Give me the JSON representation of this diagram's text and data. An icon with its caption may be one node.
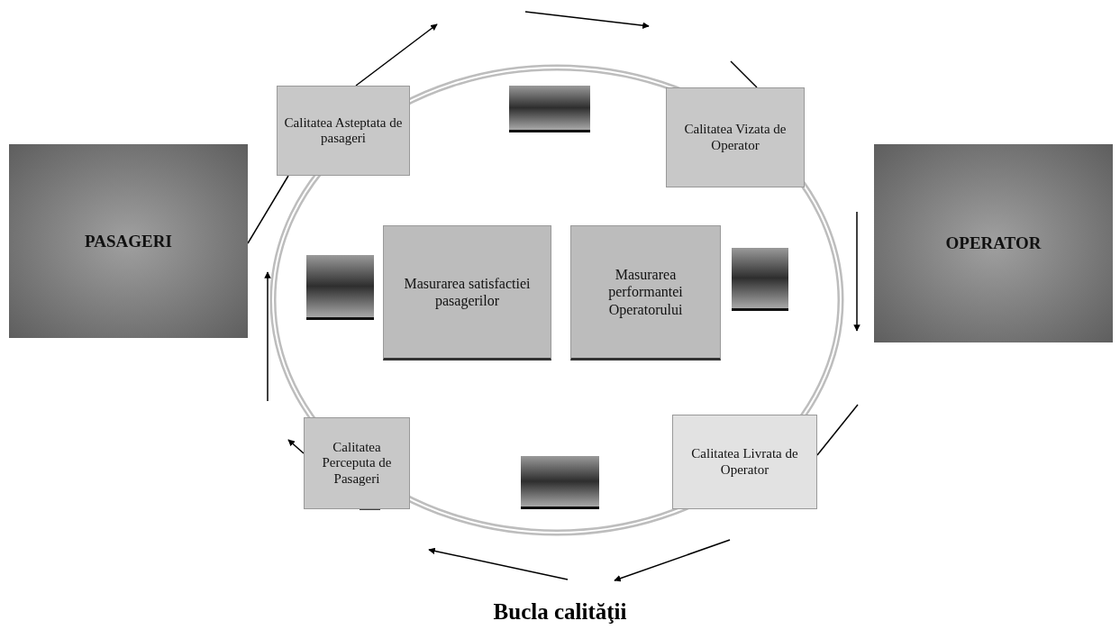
{
  "diagram": {
    "caption": "Bucla calităţii",
    "nodes": [
      {
        "text": [
          "PASAGERI"
        ]
      },
      {
        "text": [
          "Calitatea Asteptata de pasageri"
        ]
      },
      {
        "text": [],
        "shape": "box"
      },
      {
        "text": [
          "Calitatea Vizata de Operator"
        ]
      },
      {
        "text": [
          "OPERATOR"
        ]
      },
      {
        "text": [],
        "shape": "box"
      },
      {
        "text": [
          "Masurarea satisfactiei pasagerilor"
        ]
      },
      {
        "text": [
          "Masurarea performantei Operatorului"
        ]
      },
      {
        "text": [],
        "shape": "box"
      },
      {
        "text": [
          "Calitatea Livrata de Operator"
        ]
      },
      {
        "text": [],
        "shape": "box"
      },
      {
        "text": [
          "Calitatea Perceputa de Pasageri"
        ]
      }
    ],
    "edges": [
      {
        "from": 0,
        "to": 1,
        "arrow": "none"
      },
      {
        "from": 1,
        "to": null,
        "arrow": "to"
      },
      {
        "from": null,
        "to": 3,
        "arrow": "none"
      },
      {
        "from": null,
        "to": 9,
        "arrow": "none"
      },
      {
        "from": 11,
        "to": null,
        "arrow": "none"
      },
      {
        "from": 11,
        "to": null,
        "arrow": "to"
      }
    ]
  }
}
